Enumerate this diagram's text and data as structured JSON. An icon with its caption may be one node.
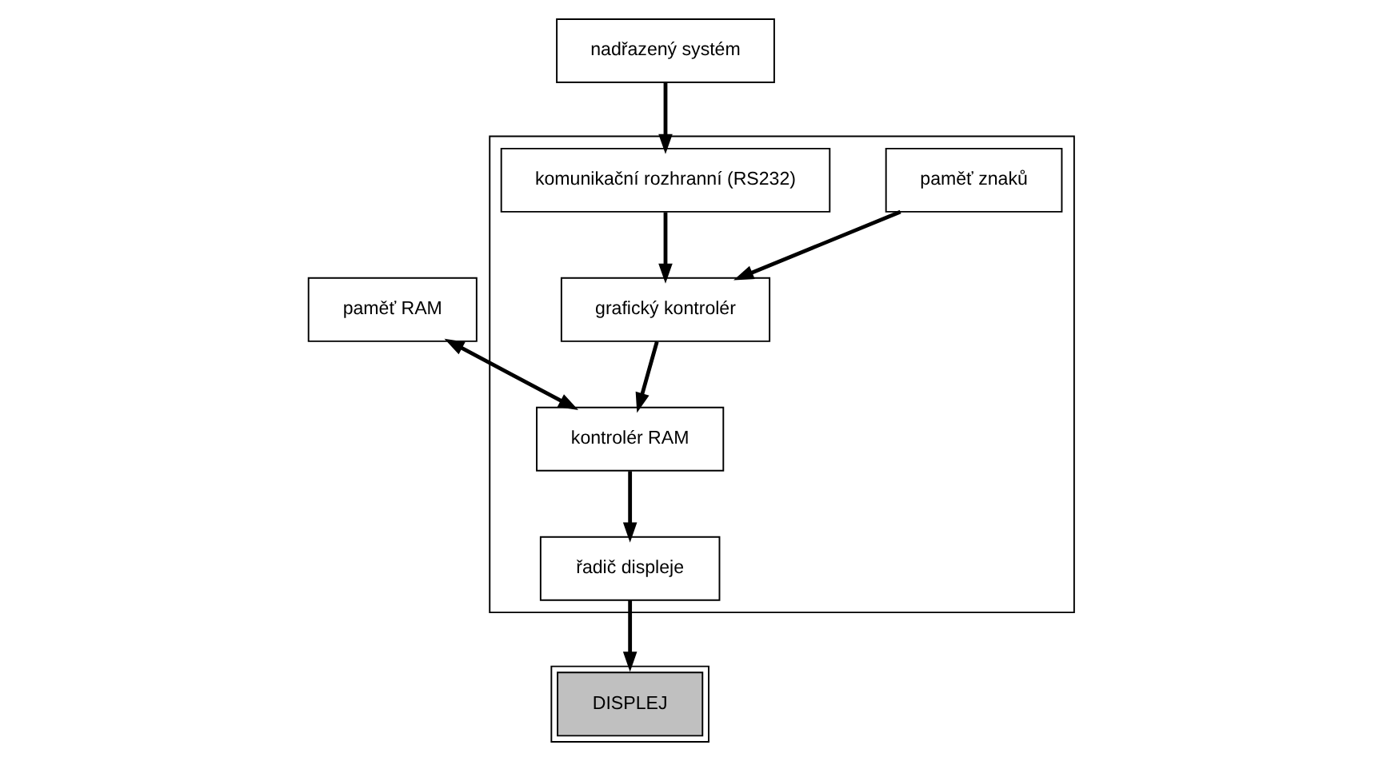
{
  "diagram": {
    "nodes": [
      {
        "text": [
          "paměť RAM"
        ]
      },
      {
        "text": [],
        "shape": "box"
      },
      {
        "text": [
          "kontrolér RAM"
        ],
        "in": 1
      },
      {
        "text": [
          "grafický kontrolér"
        ],
        "in": 1
      },
      {
        "text": [
          "řadič displeje"
        ],
        "in": 1
      },
      {
        "text": [
          "paměť znaků"
        ],
        "in": 1
      },
      {
        "text": [
          "komunikační rozhranní (RS232)"
        ],
        "in": 1
      },
      {
        "text": [
          "DISPLEJ"
        ]
      },
      {
        "text": [
          "nadřazený systém"
        ]
      }
    ],
    "edges": [
      {
        "from": 0,
        "to": 2,
        "arrow": "both"
      },
      {
        "from": 3,
        "to": 2,
        "arrow": "to"
      },
      {
        "from": 2,
        "to": 4,
        "arrow": "to"
      },
      {
        "from": 4,
        "to": 7,
        "arrow": "to"
      },
      {
        "from": 5,
        "to": 3,
        "arrow": "to"
      },
      {
        "from": 6,
        "to": 3,
        "arrow": "to"
      },
      {
        "from": 8,
        "to": 6,
        "arrow": "to"
      }
    ]
  }
}
